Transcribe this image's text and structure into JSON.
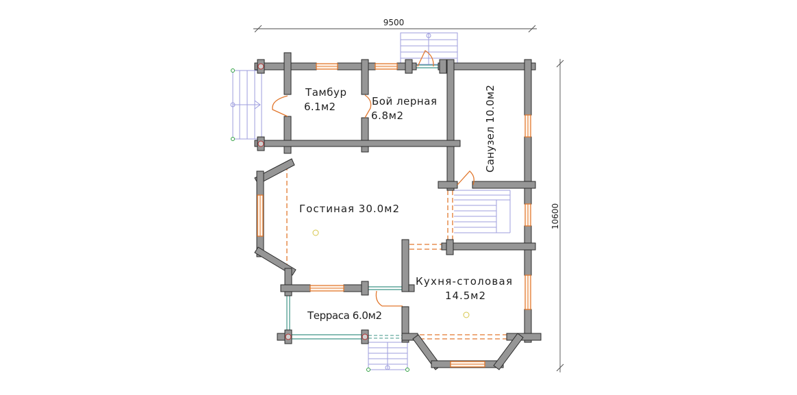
{
  "dimensions": {
    "width": "9500",
    "height": "10600"
  },
  "rooms": {
    "tambur": {
      "name": "Тамбур",
      "area": "6.1м2"
    },
    "boiler": {
      "name": "Бой лерная",
      "area": "6.8м2"
    },
    "bathroom": {
      "label": "Санузел 10.0м2"
    },
    "living": {
      "label": "Гостиная 30.0м2"
    },
    "kitchen": {
      "name": "Кухня-столовая",
      "area": "14.5м2"
    },
    "terrace": {
      "label": "Терраса 6.0м2"
    }
  },
  "colors": {
    "wall": "#969696",
    "wall_outline": "#2a2a2a",
    "window": "#e2782e",
    "door": "#e2782e",
    "stairs": "#9d9dde",
    "glazing": "#3f9487",
    "dimension": "#4a4a4a"
  }
}
